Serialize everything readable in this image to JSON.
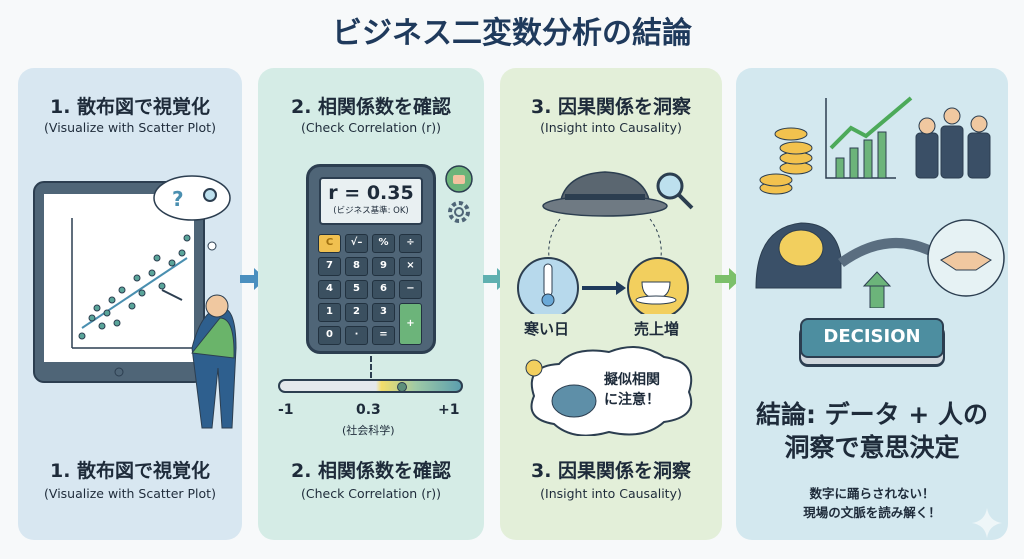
{
  "title": "ビジネス二変数分析の結論",
  "panels": [
    {
      "heading": "1. 散布図で視覚化",
      "subheading": "(Visualize with Scatter Plot)",
      "footer_heading": "1. 散布図で視覚化",
      "footer_subheading": "(Visualize with Scatter Plot)"
    },
    {
      "heading": "2. 相関係数を確認",
      "subheading": "(Check Correlation (r))",
      "footer_heading": "2. 相関係数を確認",
      "footer_subheading": "(Check Correlation (r))",
      "calculator": {
        "display": "r = 0.35",
        "note": "(ビジネス基準: OK)",
        "keys": [
          "C",
          "√–",
          "%",
          "÷",
          "7",
          "8",
          "9",
          "×",
          "4",
          "5",
          "6",
          "−",
          "1",
          "2",
          "3",
          "+",
          "0",
          "·",
          "="
        ]
      },
      "scale": {
        "min_label": "-1",
        "marker_label": "0.3",
        "max_label": "+1",
        "marker_note": "(社会科学)",
        "value": 0.35
      }
    },
    {
      "heading": "3. 因果関係を洞察",
      "subheading": "(Insight into Causality)",
      "footer_heading": "3. 因果関係を洞察",
      "footer_subheading": "(Insight into Causality)",
      "cause": "寒い日",
      "effect": "売上増",
      "warning": [
        "擬似相関",
        "に注意！"
      ]
    },
    {
      "decision_button": "DECISION",
      "conclusion": [
        "結論: データ + 人の",
        "洞察で意思決定"
      ],
      "tagline": [
        "数字に踊らされない！",
        "現場の文脈を読み解く！"
      ]
    }
  ],
  "colors": {
    "title": "#1f3a5c",
    "arrow1": "#4a8fbf",
    "arrow2": "#5fb0b0",
    "arrow3": "#7cc06a"
  }
}
